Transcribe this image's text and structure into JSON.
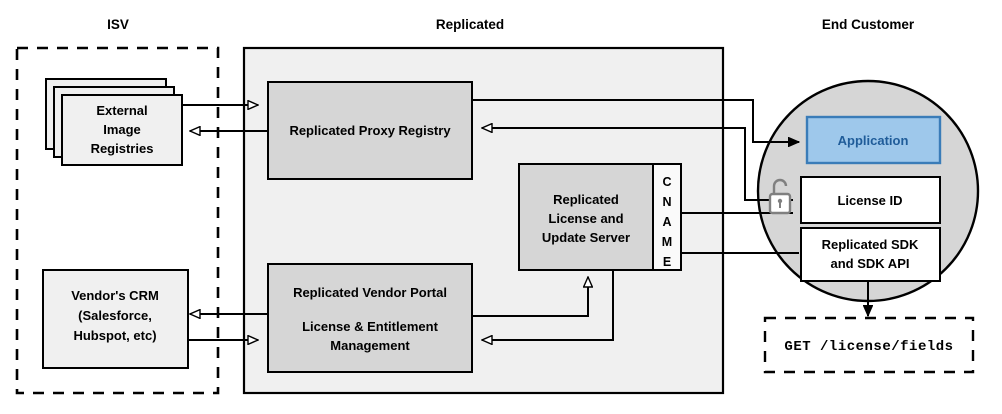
{
  "diagram": {
    "title_isv": "ISV",
    "title_replicated": "Replicated",
    "title_end_customer": "End Customer",
    "colors": {
      "container_fill": "#f0f0f0",
      "box_fill": "#d6d6d6",
      "light_box_fill": "#f0f0f0",
      "white_fill": "#ffffff",
      "circle_fill": "#d6d6d6",
      "application_fill": "#9ec8eb",
      "application_border": "#3a7cb8",
      "application_text": "#1f5c99",
      "stroke": "#000000",
      "lock_icon": "#808080"
    },
    "isv": {
      "external_registries": "External\nImage\nRegistries",
      "external_registries_lines": [
        "External",
        "Image",
        "Registries"
      ],
      "crm_lines": [
        "Vendor's CRM",
        "(Salesforce,",
        "Hubspot, etc)"
      ]
    },
    "replicated": {
      "proxy_registry": "Replicated Proxy Registry",
      "license_server_lines": [
        "Replicated",
        "License and",
        "Update Server"
      ],
      "cname_letters": [
        "C",
        "N",
        "A",
        "M",
        "E"
      ],
      "cname_label": "CNAME",
      "vendor_portal_lines": [
        "Replicated Vendor Portal",
        "License & Entitlement",
        "Management"
      ]
    },
    "end_customer": {
      "application": "Application",
      "license_id": "License ID",
      "sdk_lines": [
        "Replicated SDK",
        "and SDK API"
      ],
      "lock_icon_name": "unlocked-padlock-icon",
      "api_call": "GET /license/fields"
    }
  }
}
